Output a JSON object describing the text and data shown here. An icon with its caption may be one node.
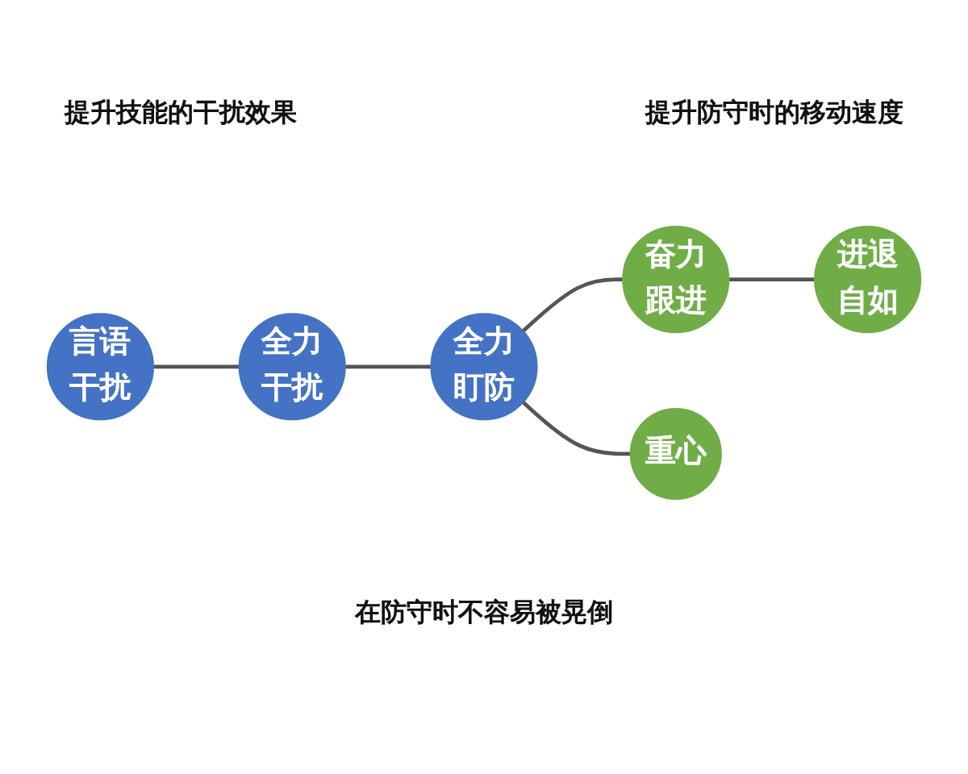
{
  "diagram": {
    "nodes": [
      {
        "text": [
          "言语干扰"
        ]
      },
      {
        "text": [
          "全力干扰"
        ]
      },
      {
        "text": [
          "全力盯防"
        ]
      },
      {
        "text": [
          "奋力跟进"
        ]
      },
      {
        "text": [
          "进退自如"
        ]
      },
      {
        "text": [
          "重心"
        ]
      }
    ],
    "edges": [
      {
        "from": 0,
        "to": 1,
        "arrow": "none"
      },
      {
        "from": 1,
        "to": 2,
        "arrow": "none"
      },
      {
        "from": 2,
        "to": 3,
        "arrow": "none"
      },
      {
        "from": 3,
        "to": 4,
        "arrow": "none"
      },
      {
        "from": 2,
        "to": 5,
        "arrow": "none"
      }
    ],
    "labels": [
      "提升技能的干扰效果",
      "提升防守时的移动速度",
      "在防守时不容易被晃倒"
    ]
  }
}
